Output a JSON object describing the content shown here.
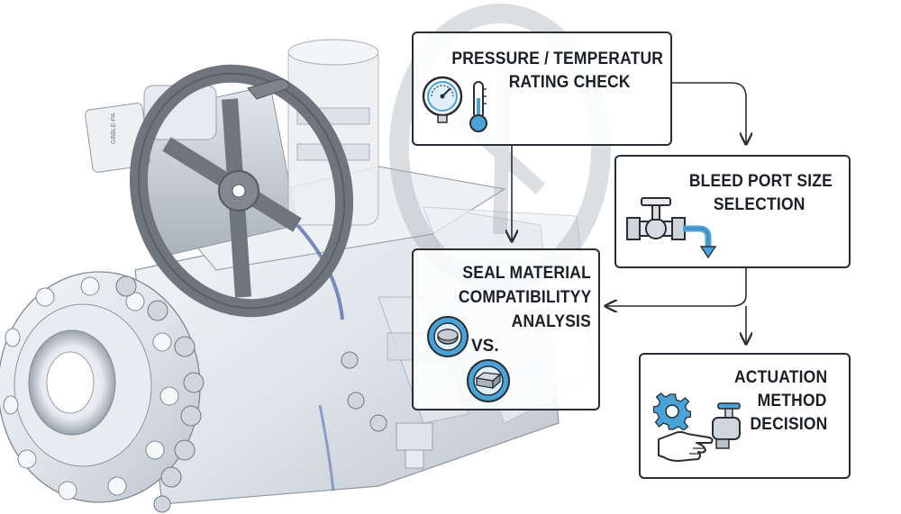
{
  "steps": {
    "pressure": {
      "line1": "PRESSURE / TEMPERATUR",
      "line2": "RATING CHECK"
    },
    "bleed": {
      "line1": "BLEED PORT SIZE",
      "line2": "SELECTION"
    },
    "seal": {
      "line1": "SEAL MATERIAL",
      "line2": "COMPATIBILITYY",
      "line3": "ANALYSIS",
      "vs": "VS."
    },
    "actuation": {
      "line1": "ACTUATION",
      "line2": "METHOD",
      "line3": "DECISION"
    }
  },
  "background": {
    "flange_label": "GBBLE-PA"
  },
  "colors": {
    "accent": "#4aa3d8",
    "ink": "#1c1f24",
    "valve_steel": "#cfd5dc",
    "handwheel": "#6f757d"
  },
  "icons": [
    "pressure-gauge-icon",
    "thermometer-icon",
    "valve-icon",
    "water-drop-arrow-icon",
    "seal-ring-icon",
    "seal-block-icon",
    "gear-icon",
    "hand-icon",
    "faucet-icon"
  ]
}
